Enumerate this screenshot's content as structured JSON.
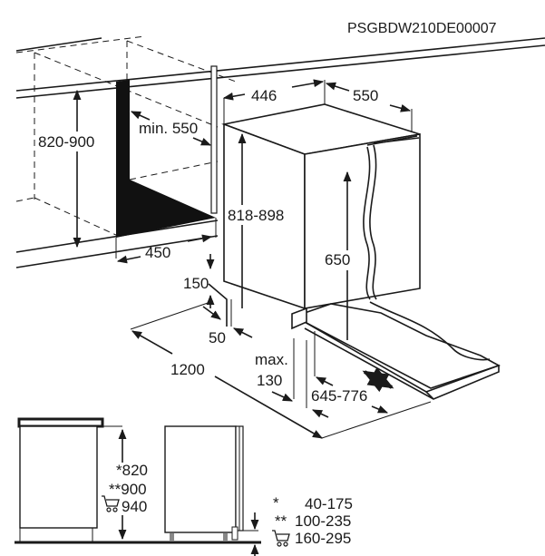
{
  "drawing": {
    "code": "PSGBDW210DE00007",
    "colors": {
      "line": "#1a1a1a",
      "background": "#ffffff"
    }
  },
  "niche": {
    "height": "820-900",
    "min_depth": "min. 550",
    "width": "450"
  },
  "appliance": {
    "width": "446",
    "depth": "550",
    "height": "818-898",
    "door_height": "650",
    "plinth_height": "150",
    "plinth_setback": "50",
    "door_swing": "1200",
    "max_label": "max.",
    "max_value": "130",
    "door_travel": "645-776"
  },
  "side_view": {
    "heights": [
      {
        "mark": "*",
        "value": "820"
      },
      {
        "mark": "**",
        "value": "900"
      },
      {
        "mark": "cart-icon",
        "value": "940"
      }
    ],
    "feet": [
      {
        "mark": "*",
        "value": "40-175"
      },
      {
        "mark": "**",
        "value": "100-235"
      },
      {
        "mark": "cart-icon",
        "value": "160-295"
      }
    ]
  }
}
